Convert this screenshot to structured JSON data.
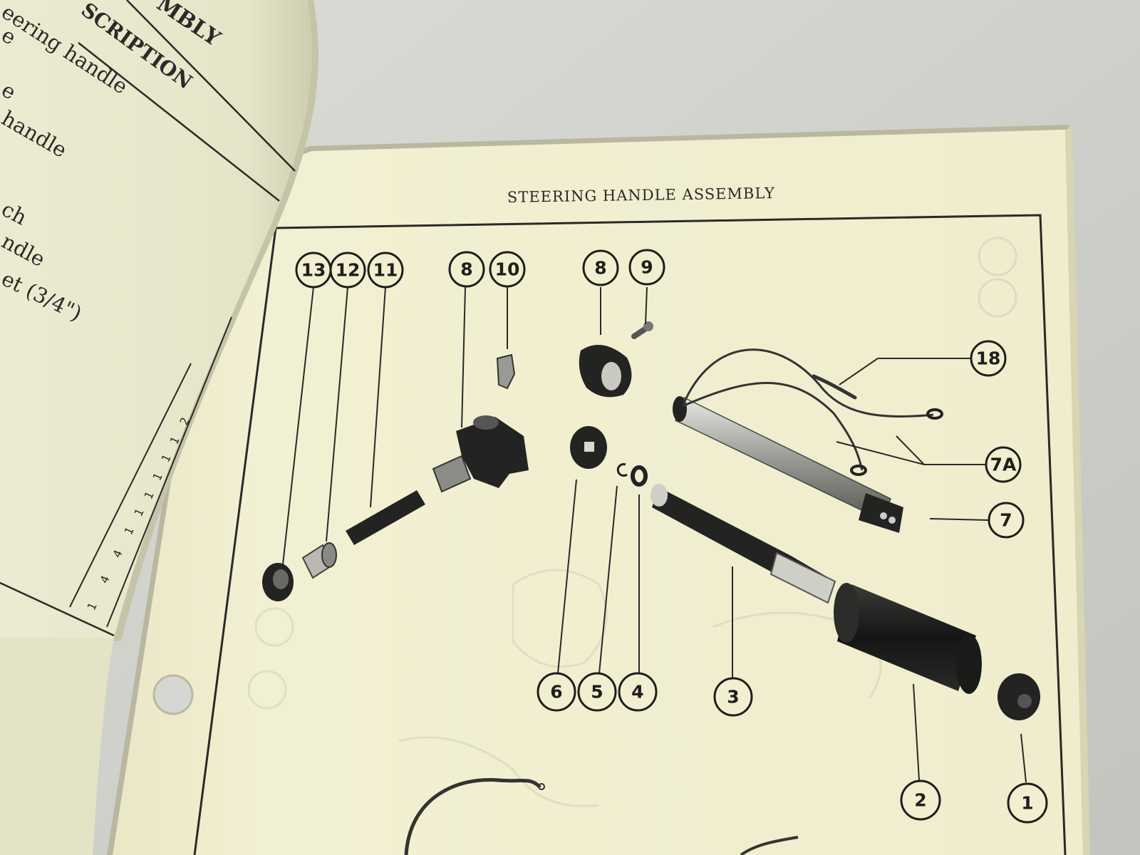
{
  "left_page": {
    "title_fragment": "MBLY",
    "column_header": "SCRIPTION",
    "description_fragments": [
      "eering handle",
      "e",
      "e",
      "handle",
      "ch",
      "ndle",
      "et (3/4\")"
    ],
    "qty_values": [
      "2",
      "1",
      "1",
      "1",
      "1",
      "1",
      "1",
      "4",
      "4",
      "1"
    ]
  },
  "right_page": {
    "heading": "STEERING HANDLE ASSEMBLY",
    "callouts": [
      "13",
      "12",
      "11",
      "8",
      "10",
      "8",
      "9",
      "18",
      "7A",
      "7",
      "6",
      "5",
      "4",
      "3",
      "2",
      "1"
    ]
  },
  "colors": {
    "background": "#cfcfcb",
    "paper": "#f1efcf",
    "ink": "#1e1e1c"
  }
}
